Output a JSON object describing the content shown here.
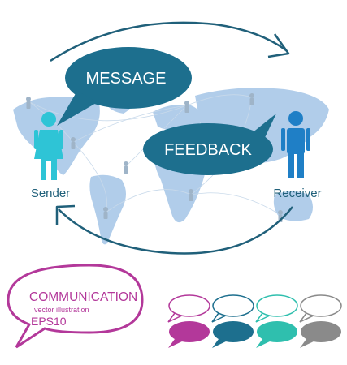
{
  "diagram": {
    "message_label": "MESSAGE",
    "feedback_label": "FEEDBACK",
    "sender_label": "Sender",
    "receiver_label": "Receiver"
  },
  "caption": {
    "title": "COMMUNICATION",
    "subtitle": "vector illustration",
    "format": "EPS10"
  },
  "colors": {
    "bubble": "#1d6f8e",
    "sender": "#2ec4d6",
    "receiver": "#1f7fc6",
    "map": "#a9c8e8",
    "arrow": "#20607a",
    "magenta": "#b3389a",
    "teal": "#2fbfae",
    "gray": "#8a8a8a"
  },
  "palette": [
    {
      "name": "magenta",
      "color": "#b3389a"
    },
    {
      "name": "blue",
      "color": "#1d6f8e"
    },
    {
      "name": "teal",
      "color": "#2fbfae"
    },
    {
      "name": "gray",
      "color": "#8a8a8a"
    }
  ]
}
